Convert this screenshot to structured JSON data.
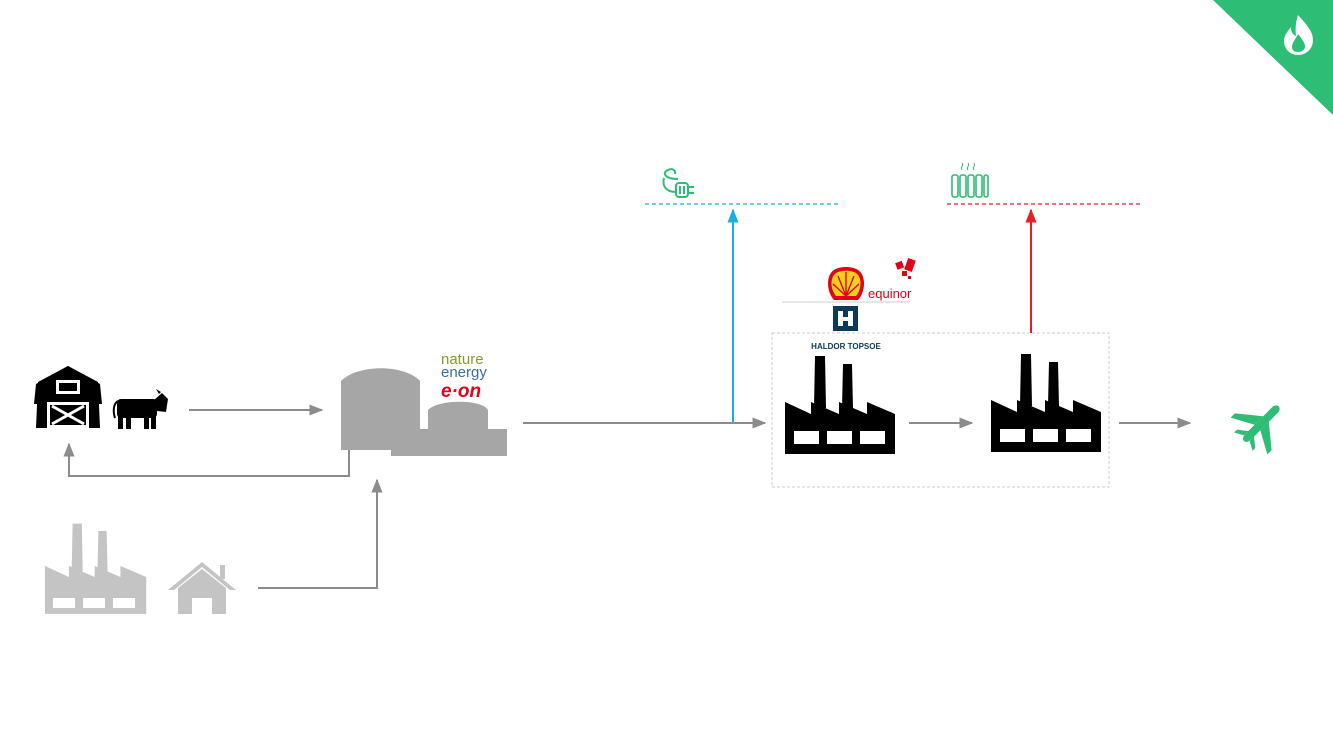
{
  "colors": {
    "corner_badge": "#2ebd74",
    "electricity_line": "#1aaee0",
    "heat_line": "#e81e25",
    "flow_arrow": "#8c8c8c",
    "gray_icon": "#c4c4c4",
    "biogas_plant": "#a6a6a6",
    "aircraft": "#2ebd74",
    "eon_red": "#e2001a",
    "nature_energy_green": "#8a9a2a",
    "nature_energy_blue": "#3a6ea5"
  },
  "icons": {
    "corner": "flame-icon",
    "electricity": "plug-icon",
    "heat": "radiator-icon",
    "farm": "barn-icon",
    "livestock": "cow-icon",
    "industry_source": "factory-icon",
    "household_source": "house-icon",
    "biogas": "biogas-plant-icon",
    "conversion_1": "factory-icon",
    "conversion_2": "factory-icon",
    "destination": "airplane-icon"
  },
  "logos": {
    "nature_energy": {
      "line1": "nature",
      "line2": "energy"
    },
    "eon": {
      "text": "e·on"
    },
    "equinor": {
      "text": "equinor"
    },
    "haldor_topsoe": {
      "text": "HALDOR TOPSOE"
    }
  }
}
